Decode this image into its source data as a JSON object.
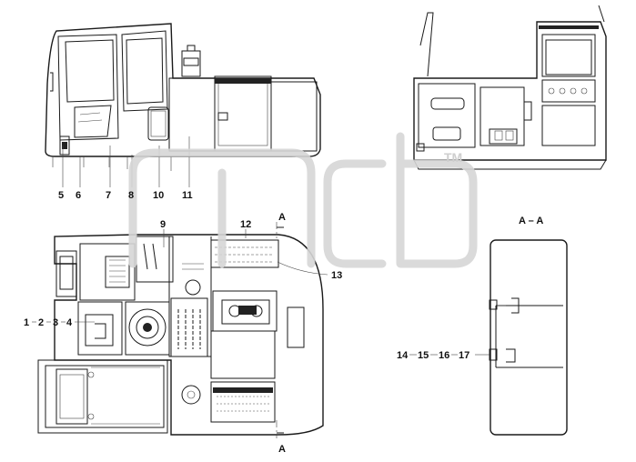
{
  "watermark": {
    "text": "TM"
  },
  "views": {
    "side": {
      "callouts": [
        "5",
        "6",
        "7",
        "8",
        "10",
        "11"
      ]
    },
    "top": {
      "callouts": [
        "9",
        "12",
        "13",
        "1",
        "2",
        "3",
        "4"
      ]
    },
    "section": {
      "callouts": [
        "14",
        "15",
        "16",
        "17"
      ]
    }
  },
  "section_marks": {
    "top": "A",
    "bottom": "A",
    "title": "A – A"
  },
  "colors": {
    "line": "#1a1a1a",
    "watermark": "#d6d6d6",
    "background": "#ffffff"
  }
}
